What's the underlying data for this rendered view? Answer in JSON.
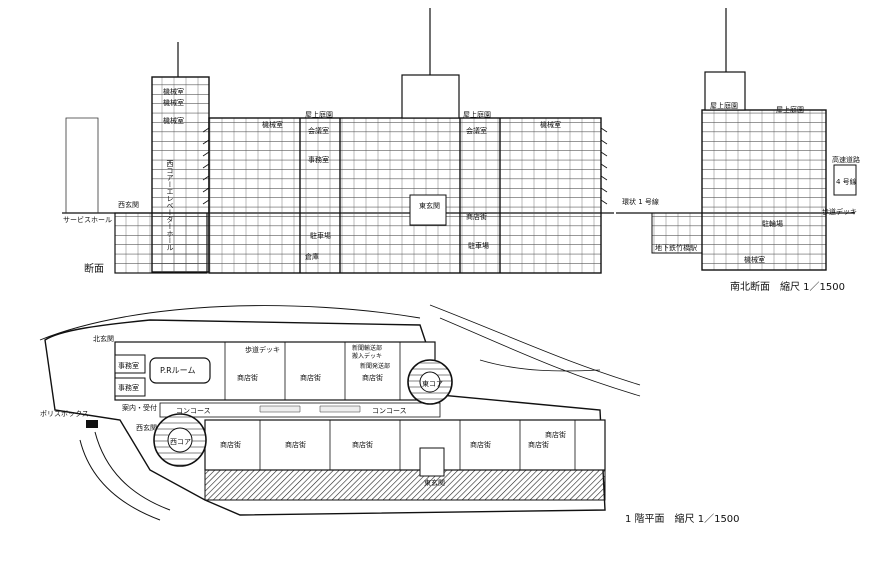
{
  "captions": {
    "east_west_section": "断面",
    "north_south_section": "南北断面　縮尺 1／1500",
    "ground_floor_plan": "1 階平面　縮尺 1／1500"
  },
  "section_labels": {
    "machine_room_1": "機械室",
    "machine_room_2": "機械室",
    "machine_room_3": "機械室",
    "west_core_elevator_hall": "西コアーエレベーターホール",
    "west_entrance": "西玄関",
    "service_hall": "サービスホール",
    "rooftop_garden_left": "屋上庭園",
    "rooftop_garden_right": "屋上庭園",
    "machine_room_left": "機械室",
    "machine_room_right": "機械室",
    "meeting_room_left": "会議室",
    "meeting_room_right": "会議室",
    "office": "事務室",
    "east_entrance": "東玄関",
    "shopping_street": "商店街",
    "parking": "駐車場",
    "parking_b": "駐車場",
    "storage": "倉庫",
    "rooftop_garden_ns_left": "屋上庭園",
    "rooftop_garden_ns_right": "屋上庭園",
    "highway": "高速道路",
    "route_4": "4 号線",
    "ring_road_1": "環状 1 号線",
    "elevated_deck_ns": "歩道デッキ",
    "subway_station": "地下鉄竹橋駅",
    "bicycle_parking": "駐輪場",
    "machine_room_ns": "機械室"
  },
  "plan_labels": {
    "north_entrance": "北玄関",
    "office_1": "事務室",
    "office_2": "事務室",
    "pr_room": "P.Rルーム",
    "elevated_deck": "歩道デッキ",
    "newspaper_delivery": "新聞輸送部",
    "delivery_deck": "搬入デッキ",
    "newspaper_office": "新聞発送部",
    "east_core": "東コア",
    "shopping_1": "商店街",
    "shopping_2": "商店街",
    "shopping_3": "商店街",
    "concourse_1": "コンコース",
    "concourse_2": "コンコース",
    "police_box": "ポリスボックス",
    "reception": "案内・受付",
    "west_entrance": "西玄関",
    "west_core": "西コア",
    "shopping_4": "商店街",
    "shopping_5": "商店街",
    "shopping_6": "商店街",
    "shopping_7": "商店街",
    "shopping_8": "商店街",
    "shopping_9": "商店街",
    "east_entrance": "東玄関"
  }
}
